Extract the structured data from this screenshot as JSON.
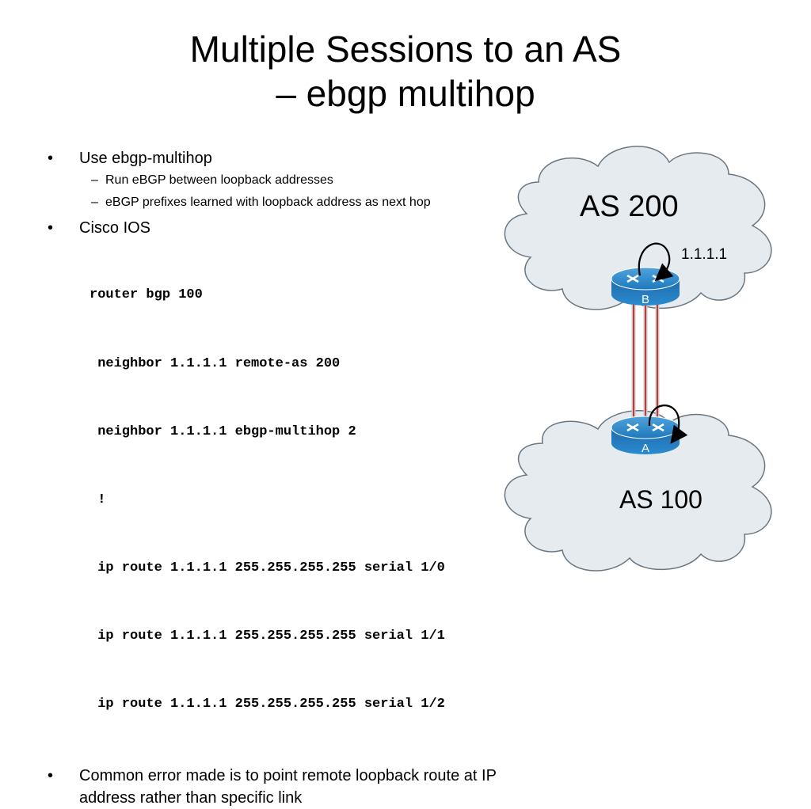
{
  "title": {
    "line1": "Multiple Sessions to an AS",
    "line2": "– ebgp multihop"
  },
  "bullets": {
    "b1": "Use ebgp-multihop",
    "b1_sub1": "Run eBGP between loopback addresses",
    "b1_sub2": "eBGP prefixes learned with loopback address as next hop",
    "b2": "Cisco IOS",
    "code": [
      "router bgp 100",
      " neighbor 1.1.1.1 remote-as 200",
      " neighbor 1.1.1.1 ebgp-multihop 2",
      " !",
      " ip route 1.1.1.1 255.255.255.255 serial 1/0",
      " ip route 1.1.1.1 255.255.255.255 serial 1/1",
      " ip route 1.1.1.1 255.255.255.255 serial 1/2"
    ],
    "b3": "Common error made is to point remote loopback route at IP address rather than specific link"
  },
  "diagram": {
    "cloud_top_label": "AS 200",
    "cloud_bottom_label": "AS 100",
    "loopback_label": "1.1.1.1",
    "router_b_label": "B",
    "router_a_label": "A",
    "colors": {
      "cloud_fill": "#e6ebef",
      "router_blue": "#1b75bb",
      "link_red": "#c23b3b"
    },
    "icons": [
      "cloud-icon",
      "router-icon",
      "loop-arrow-icon"
    ]
  }
}
